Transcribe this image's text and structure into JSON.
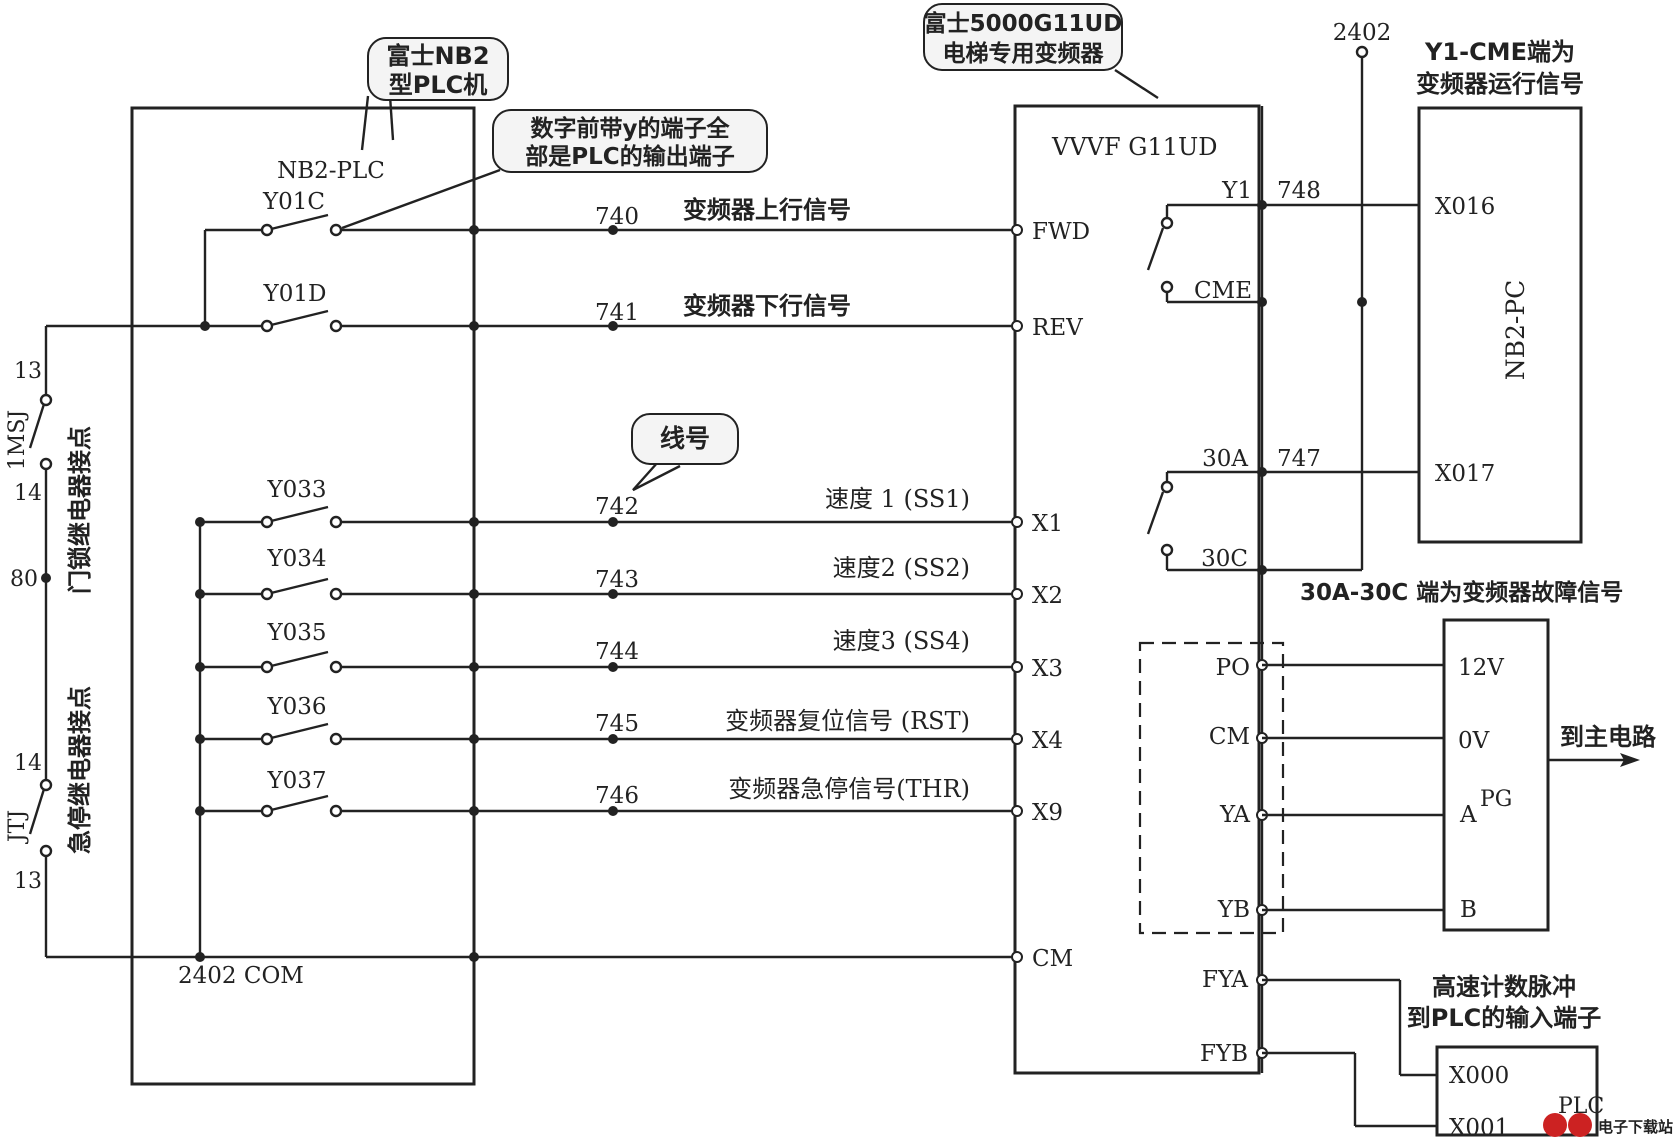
{
  "plc": {
    "callout": [
      "富士NB2",
      "型PLC机"
    ],
    "model": "NB2-PLC",
    "note": [
      "数字前带y的端子全",
      "部是PLC的输出端子"
    ],
    "com_label": "2402  COM",
    "outputs": [
      "Y01C",
      "Y01D",
      "Y033",
      "Y034",
      "Y035",
      "Y036",
      "Y037"
    ]
  },
  "inverter": {
    "callout": [
      "富士5000G11UD",
      "电梯专用变频器"
    ],
    "title": "VVVF G11UD",
    "inputs": [
      "FWD",
      "REV",
      "X1",
      "X2",
      "X3",
      "X4",
      "X9",
      "CM"
    ],
    "outputs": [
      "Y1",
      "CME",
      "30A",
      "30C",
      "PO",
      "CM",
      "YA",
      "YB",
      "FYA",
      "FYB"
    ]
  },
  "wires": {
    "numbers": [
      "740",
      "741",
      "742",
      "743",
      "744",
      "745",
      "746",
      "748",
      "747"
    ],
    "signals": [
      "变频器上行信号",
      "变频器下行信号",
      "速度 1 (SS1)",
      "速度2 (SS2)",
      "速度3 (SS4)",
      "变频器复位信号 (RST)",
      "变频器急停信号(THR)"
    ],
    "callout": "线号",
    "top_label": "2402"
  },
  "left_relays": {
    "labels": [
      "13",
      "1MSJ",
      "14",
      "80",
      "14",
      "JTJ",
      "13"
    ],
    "door_lock": "门锁继电器接点",
    "emergency": "急停继电器接点"
  },
  "nb2pc": {
    "note": [
      "Y1-CME端为",
      "变频器运行信号"
    ],
    "inputs": [
      "X016",
      "X017"
    ],
    "name": "NB2-PC",
    "fault_note": "30A-30C 端为变频器故障信号"
  },
  "pg": {
    "terminals": [
      "12V",
      "0V",
      "A",
      "B"
    ],
    "name": "PG",
    "to_main": "到主电路"
  },
  "hs": {
    "note": [
      "高速计数脉冲",
      "到PLC的输入端子"
    ],
    "inputs": [
      "X000",
      "X001"
    ],
    "name": "PLC"
  },
  "watermark": {
    "site": "电子下载站"
  }
}
